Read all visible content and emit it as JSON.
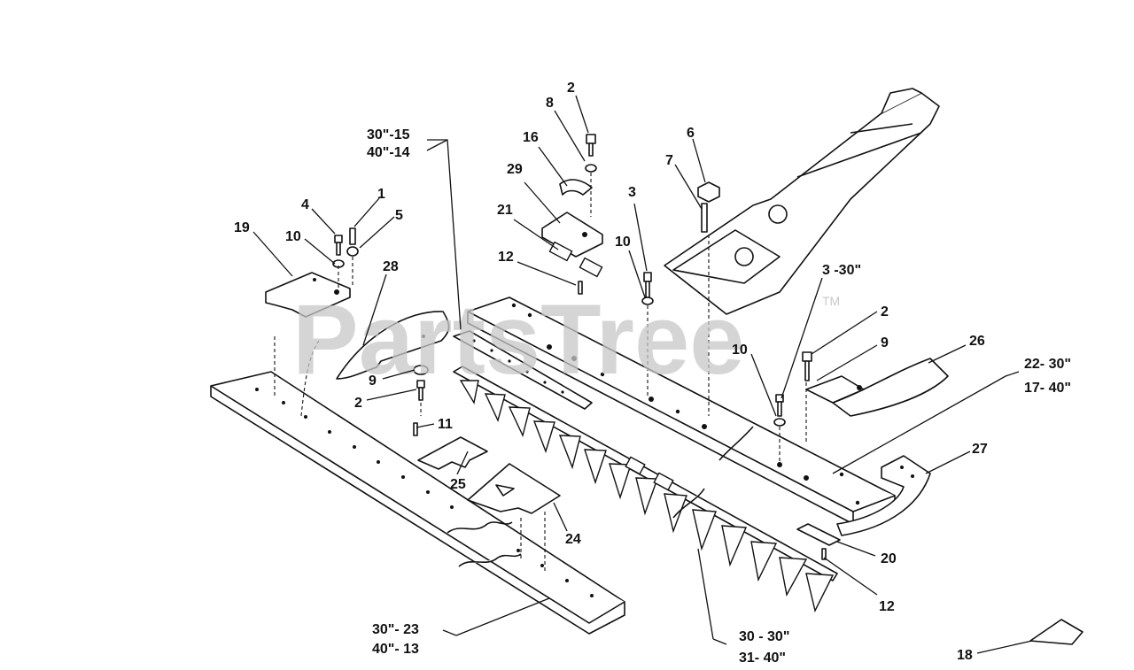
{
  "watermark": {
    "text": "PartsTree",
    "tm": "TM"
  },
  "labels": [
    {
      "id": "l-2a",
      "text": "2"
    },
    {
      "id": "l-8",
      "text": "8"
    },
    {
      "id": "l-16",
      "text": "16"
    },
    {
      "id": "l-29",
      "text": "29"
    },
    {
      "id": "l-21",
      "text": "21"
    },
    {
      "id": "l-12a",
      "text": "12"
    },
    {
      "id": "l-3a",
      "text": "3"
    },
    {
      "id": "l-10a",
      "text": "10"
    },
    {
      "id": "l-6",
      "text": "6"
    },
    {
      "id": "l-7",
      "text": "7"
    },
    {
      "id": "l-3-30",
      "text": "3 -30\""
    },
    {
      "id": "l-2b",
      "text": "2"
    },
    {
      "id": "l-9a",
      "text": "9"
    },
    {
      "id": "l-26",
      "text": "26"
    },
    {
      "id": "l-10b",
      "text": "10"
    },
    {
      "id": "l-22-30",
      "text": "22- 30\""
    },
    {
      "id": "l-17-40",
      "text": "17- 40\""
    },
    {
      "id": "l-27",
      "text": "27"
    },
    {
      "id": "l-20",
      "text": "20"
    },
    {
      "id": "l-12b",
      "text": "12"
    },
    {
      "id": "l-18",
      "text": "18"
    },
    {
      "id": "l-30-30",
      "text": "30 - 30\""
    },
    {
      "id": "l-31-40",
      "text": "31- 40\""
    },
    {
      "id": "l-30-23",
      "text": "30\"-  23"
    },
    {
      "id": "l-40-13",
      "text": "40\"-  13"
    },
    {
      "id": "l-24",
      "text": "24"
    },
    {
      "id": "l-25",
      "text": "25"
    },
    {
      "id": "l-11",
      "text": "11"
    },
    {
      "id": "l-2c",
      "text": "2"
    },
    {
      "id": "l-9b",
      "text": "9"
    },
    {
      "id": "l-28",
      "text": "28"
    },
    {
      "id": "l-19",
      "text": "19"
    },
    {
      "id": "l-4",
      "text": "4"
    },
    {
      "id": "l-1",
      "text": "1"
    },
    {
      "id": "l-10c",
      "text": "10"
    },
    {
      "id": "l-5",
      "text": "5"
    },
    {
      "id": "l-30-15",
      "text": "30\"-15"
    },
    {
      "id": "l-40-14",
      "text": "40\"-14"
    }
  ]
}
